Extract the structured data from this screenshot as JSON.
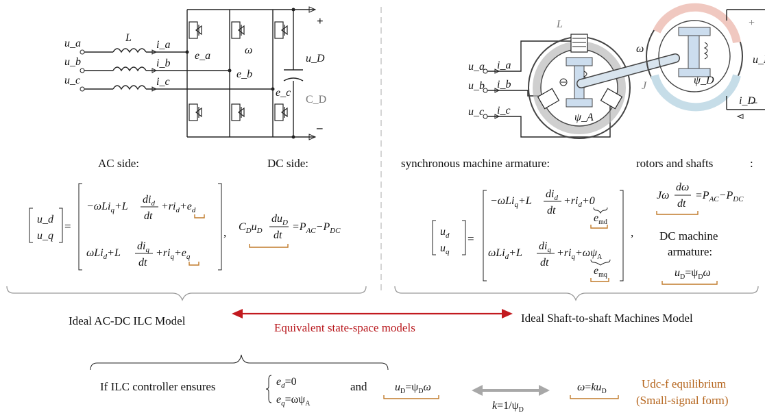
{
  "left_panel": {
    "inputs": [
      "u_a",
      "u_b",
      "u_c"
    ],
    "inductor_label": "L",
    "currents": [
      "i_a",
      "i_b",
      "i_c"
    ],
    "emfs": [
      "e_a",
      "e_b",
      "e_c"
    ],
    "omega_label": "ω",
    "dc_voltage": "u_D",
    "capacitor": "C_D",
    "plus": "+",
    "minus": "–",
    "ac_side": "AC side:",
    "dc_side": "DC side:",
    "model_label": "Ideal AC-DC  ILC Model",
    "matrix_lhs": [
      "u_d",
      "u_q"
    ],
    "dc_eq": "C_D u_D du_D/dt = P_AC − P_DC"
  },
  "right_panel": {
    "inputs": [
      "u_a",
      "u_b",
      "u_c"
    ],
    "currents": [
      "i_a",
      "i_b",
      "i_c"
    ],
    "inductor_label": "L",
    "omega_label": "ω",
    "inertia_label": "J",
    "flux_A": "ψ_A",
    "flux_D": "ψ_D",
    "dc_current": "i_D",
    "dc_voltage": "u_D",
    "plus": "+",
    "minus": "–",
    "armature_label": "synchronous machine armature:",
    "rotors_label": "rotors and shafts",
    "colon": ":",
    "dc_armature_label_1": "DC machine",
    "dc_armature_label_2": "armature:",
    "model_label": "Ideal Shaft-to-shaft Machines Model",
    "e_md": "e_md",
    "e_mq": "e_mq",
    "swing_eq": "J ω dω/dt = P_AC − P_DC",
    "dc_arm_eq": "u_D = ψ_D ω"
  },
  "center": {
    "equivalence": "Equivalent state-space models",
    "arrow_color": "#c21a1f"
  },
  "bottom": {
    "condition": "If ILC controller ensures",
    "and": "and",
    "conditions": [
      "e_d = 0",
      "e_q = ωψ_A"
    ],
    "udc_relation": "u_D = ψ_D ω",
    "k_relation": "k = 1/ψ_D",
    "omega_relation": "ω = k u_D",
    "result_line1": "Udc-f equilibrium",
    "result_line2": "(Small-signal form)",
    "result_color": "#b5651d"
  }
}
